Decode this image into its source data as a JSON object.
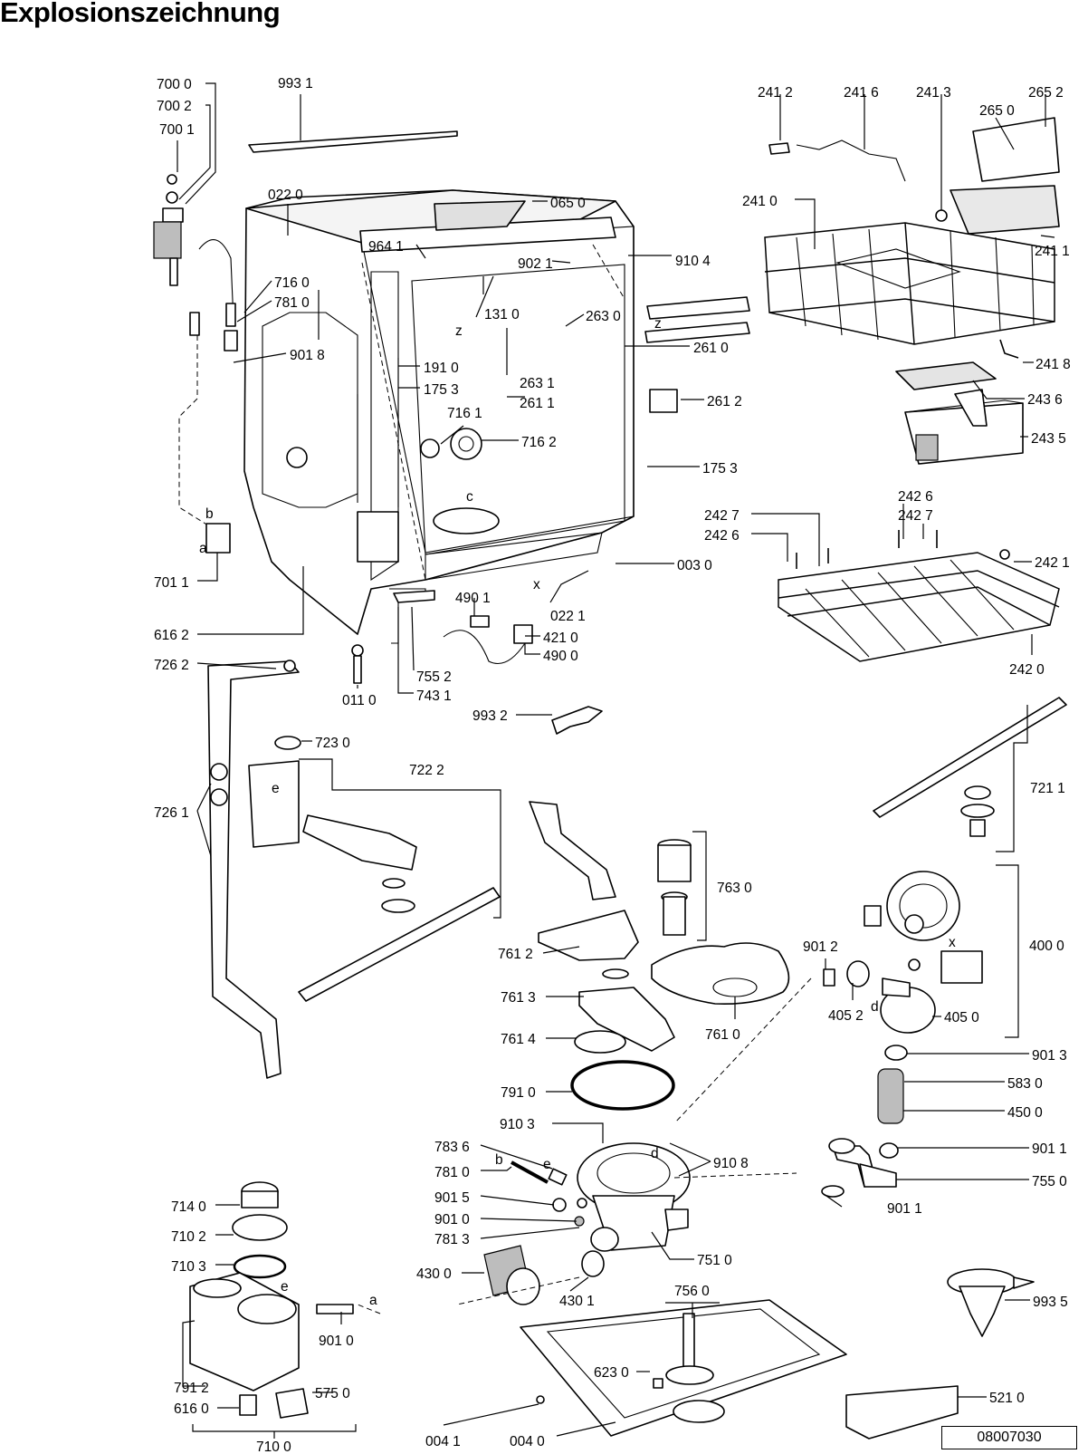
{
  "title": "Explosionszeichnung",
  "drawing_code": "08007030",
  "markers": [
    "z",
    "z",
    "c",
    "x",
    "b",
    "a",
    "e",
    "d",
    "x",
    "d",
    "b",
    "e",
    "e",
    "a"
  ],
  "callouts": [
    "700 0",
    "700 2",
    "700 1",
    "993 1",
    "022 0",
    "065 0",
    "964 1",
    "902 1",
    "910 4",
    "716 0",
    "781 0",
    "131 0",
    "263 0",
    "261 0",
    "901 8",
    "191 0",
    "175 3",
    "263 1",
    "261 1",
    "261 2",
    "716 1",
    "716 2",
    "175 3",
    "003 0",
    "701 1",
    "490 1",
    "022 1",
    "421 0",
    "490 0",
    "616 2",
    "755 2",
    "743 1",
    "726 2",
    "011 0",
    "993 2",
    "723 0",
    "722 2",
    "726 1",
    "241 2",
    "241 6",
    "241 3",
    "265 2",
    "265 0",
    "241 0",
    "241 1",
    "241 8",
    "243 6",
    "243 5",
    "242 6",
    "242 7",
    "242 7",
    "242 6",
    "242 1",
    "242 0",
    "721 1",
    "763 0",
    "400 0",
    "901 2",
    "761 2",
    "761 3",
    "405 2",
    "405 0",
    "761 4",
    "761 0",
    "901 3",
    "791 0",
    "583 0",
    "450 0",
    "910 3",
    "910 8",
    "901 1",
    "783 6",
    "781 0",
    "755 0",
    "901 5",
    "901 1",
    "901 0",
    "781 3",
    "751 0",
    "714 0",
    "710 2",
    "710 3",
    "430 0",
    "430 1",
    "756 0",
    "993 5",
    "901 0",
    "623 0",
    "791 2",
    "575 0",
    "616 0",
    "521 0",
    "004 1",
    "004 0",
    "710 0"
  ]
}
